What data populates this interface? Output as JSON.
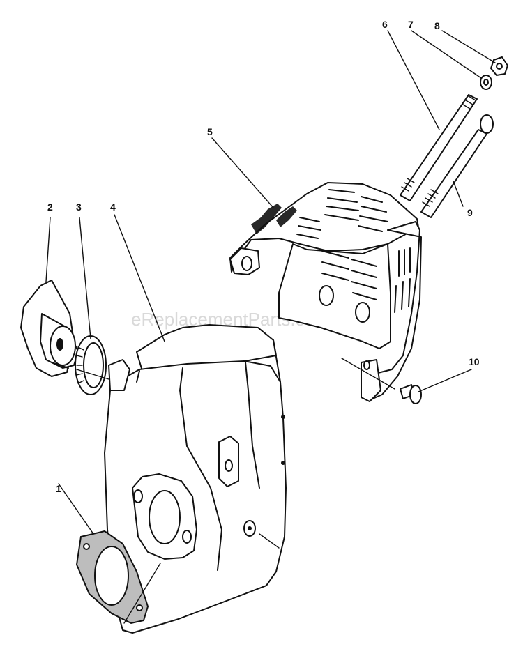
{
  "watermark": "eReplacementParts.com",
  "callouts": [
    "1",
    "2",
    "3",
    "4",
    "5",
    "6",
    "7",
    "8",
    "9",
    "10"
  ],
  "parts": [
    {
      "id": "1",
      "icon": "gasket-icon"
    },
    {
      "id": "2",
      "icon": "deflector-cup-icon"
    },
    {
      "id": "3",
      "icon": "clamp-ring-icon"
    },
    {
      "id": "4",
      "icon": "muffler-icon"
    },
    {
      "id": "5",
      "icon": "muffler-guard-icon"
    },
    {
      "id": "6",
      "icon": "long-stud-icon"
    },
    {
      "id": "7",
      "icon": "lock-washer-icon"
    },
    {
      "id": "8",
      "icon": "nut-icon"
    },
    {
      "id": "9",
      "icon": "bolt-icon"
    },
    {
      "id": "10",
      "icon": "screw-icon"
    }
  ],
  "colors": {
    "ink": "#111111",
    "paper": "#ffffff",
    "watermark": "#d9d9d9"
  }
}
